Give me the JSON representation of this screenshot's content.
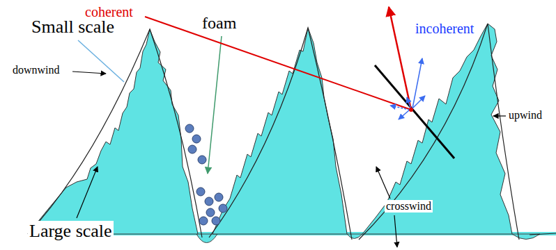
{
  "diagram": {
    "labels": [
      "coherent",
      "Small scale",
      "foam",
      "incoherent",
      "downwind",
      "upwind",
      "Large scale",
      "crosswind"
    ]
  }
}
